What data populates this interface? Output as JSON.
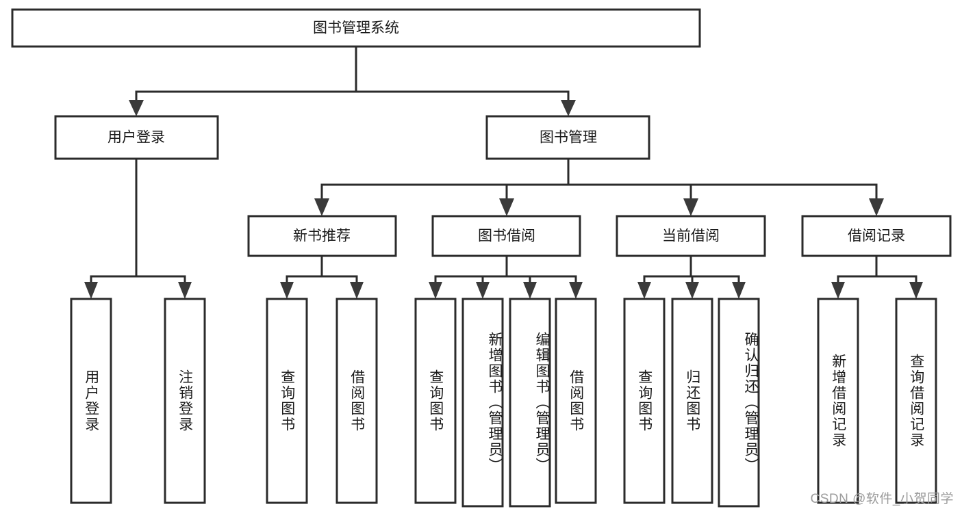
{
  "diagram": {
    "type": "tree",
    "orientation": "top-down",
    "title": "图书管理系统",
    "root": {
      "id": "root",
      "label": "图书管理系统",
      "level": 0
    },
    "level1": [
      {
        "id": "user-login",
        "label": "用户登录"
      },
      {
        "id": "book-manage",
        "label": "图书管理"
      }
    ],
    "level2": [
      {
        "id": "new-book-rec",
        "label": "新书推荐",
        "parent": "book-manage"
      },
      {
        "id": "book-borrow",
        "label": "图书借阅",
        "parent": "book-manage"
      },
      {
        "id": "current-borrow",
        "label": "当前借阅",
        "parent": "book-manage"
      },
      {
        "id": "borrow-record",
        "label": "借阅记录",
        "parent": "book-manage"
      }
    ],
    "leaves": {
      "user-login": [
        {
          "id": "leaf-user-login",
          "label": "用户登录"
        },
        {
          "id": "leaf-user-logout",
          "label": "注销登录"
        }
      ],
      "new-book-rec": [
        {
          "id": "leaf-query-book-1",
          "label": "查询图书"
        },
        {
          "id": "leaf-borrow-book-1",
          "label": "借阅图书"
        }
      ],
      "book-borrow": [
        {
          "id": "leaf-query-book-2",
          "label": "查询图书"
        },
        {
          "id": "leaf-add-book",
          "label": "新增图书（管理员）"
        },
        {
          "id": "leaf-edit-book",
          "label": "编辑图书（管理员）"
        },
        {
          "id": "leaf-borrow-book-2",
          "label": "借阅图书"
        }
      ],
      "current-borrow": [
        {
          "id": "leaf-query-book-3",
          "label": "查询图书"
        },
        {
          "id": "leaf-return-book",
          "label": "归还图书"
        },
        {
          "id": "leaf-confirm-return",
          "label": "确认归还（管理员）"
        }
      ],
      "borrow-record": [
        {
          "id": "leaf-add-record",
          "label": "新增借阅记录"
        },
        {
          "id": "leaf-query-record",
          "label": "查询借阅记录"
        }
      ]
    }
  },
  "watermark": {
    "text": "CSDN @软件_小贺同学"
  },
  "colors": {
    "box_stroke": "#2b2b2b",
    "connector": "#2b2b2b",
    "arrow": "#3a3a3a",
    "text": "#1a1a1a",
    "background": "#ffffff",
    "watermark": "#9b9b9b"
  }
}
